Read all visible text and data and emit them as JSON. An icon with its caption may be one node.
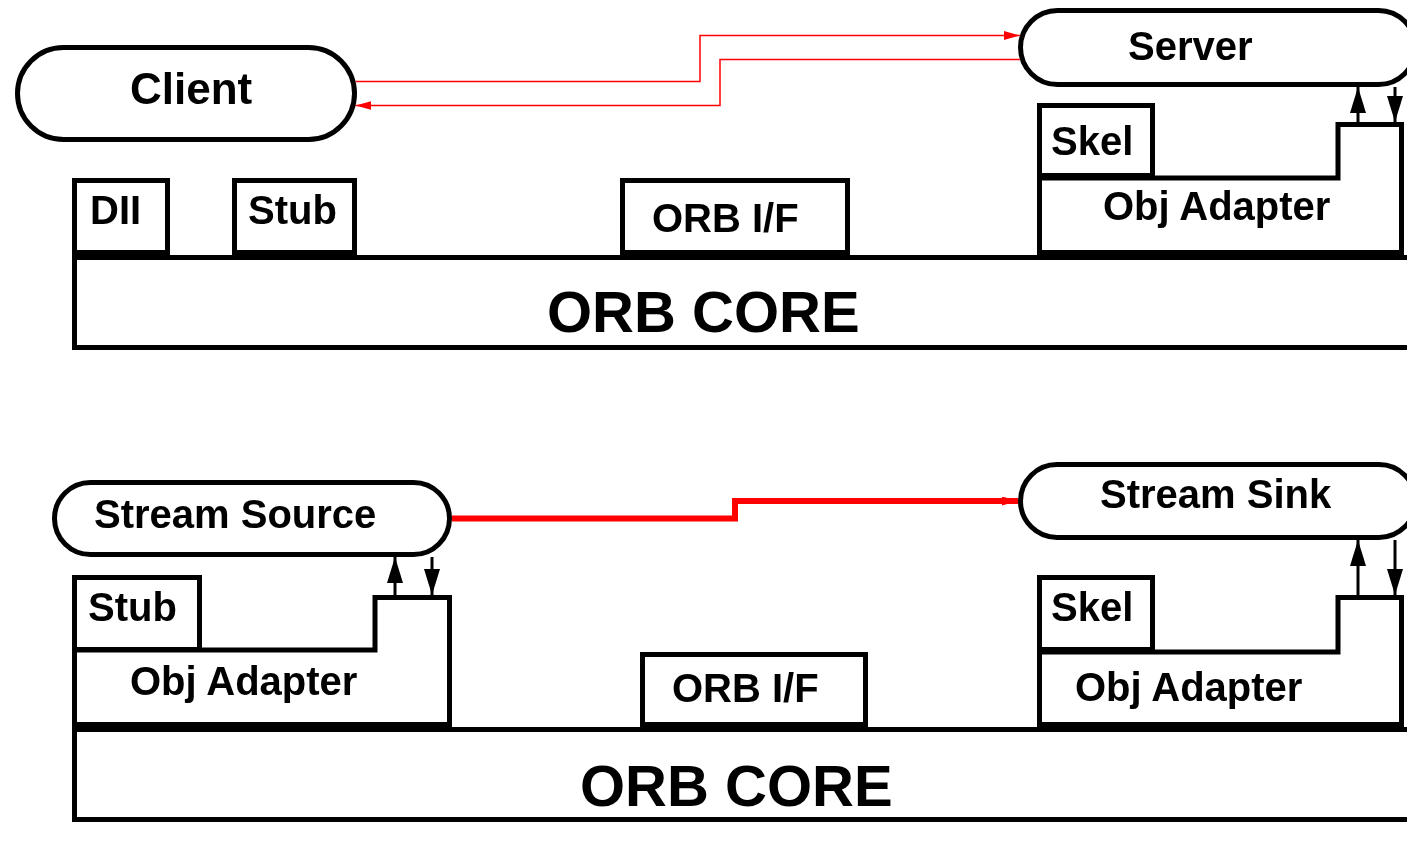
{
  "diagram": {
    "nodes": [
      {
        "text": [
          "Client"
        ]
      },
      {
        "text": [
          "DII"
        ]
      },
      {
        "text": [
          "Stub"
        ]
      },
      {
        "text": [
          "ORB I/F"
        ]
      },
      {
        "text": [
          "Server"
        ]
      },
      {
        "text": [
          "Skel"
        ]
      },
      {
        "text": [
          "Obj Adapter"
        ]
      },
      {
        "text": [
          "ORB CORE"
        ]
      },
      {
        "text": [
          "Stream Source"
        ]
      },
      {
        "text": [
          "Stub"
        ]
      },
      {
        "text": [
          "Obj Adapter"
        ]
      },
      {
        "text": [
          "ORB I/F"
        ]
      },
      {
        "text": [
          "Stream Sink"
        ]
      },
      {
        "text": [
          "Skel"
        ]
      },
      {
        "text": [
          "Obj Adapter"
        ]
      },
      {
        "text": [
          "ORB CORE"
        ]
      }
    ],
    "edges": [
      {
        "from": 0,
        "to": 4,
        "arrow": "to",
        "color": "#ff0000"
      },
      {
        "from": 4,
        "to": 0,
        "arrow": "to",
        "color": "#ff0000"
      },
      {
        "from": 6,
        "to": 4,
        "arrow": "to"
      },
      {
        "from": 4,
        "to": 6,
        "arrow": "to"
      },
      {
        "from": 8,
        "to": 12,
        "arrow": "to",
        "style": "thick",
        "color": "#ff0000"
      },
      {
        "from": 10,
        "to": 8,
        "arrow": "to"
      },
      {
        "from": 8,
        "to": 10,
        "arrow": "to"
      },
      {
        "from": 14,
        "to": 12,
        "arrow": "to"
      },
      {
        "from": 12,
        "to": 14,
        "arrow": "to"
      }
    ]
  }
}
